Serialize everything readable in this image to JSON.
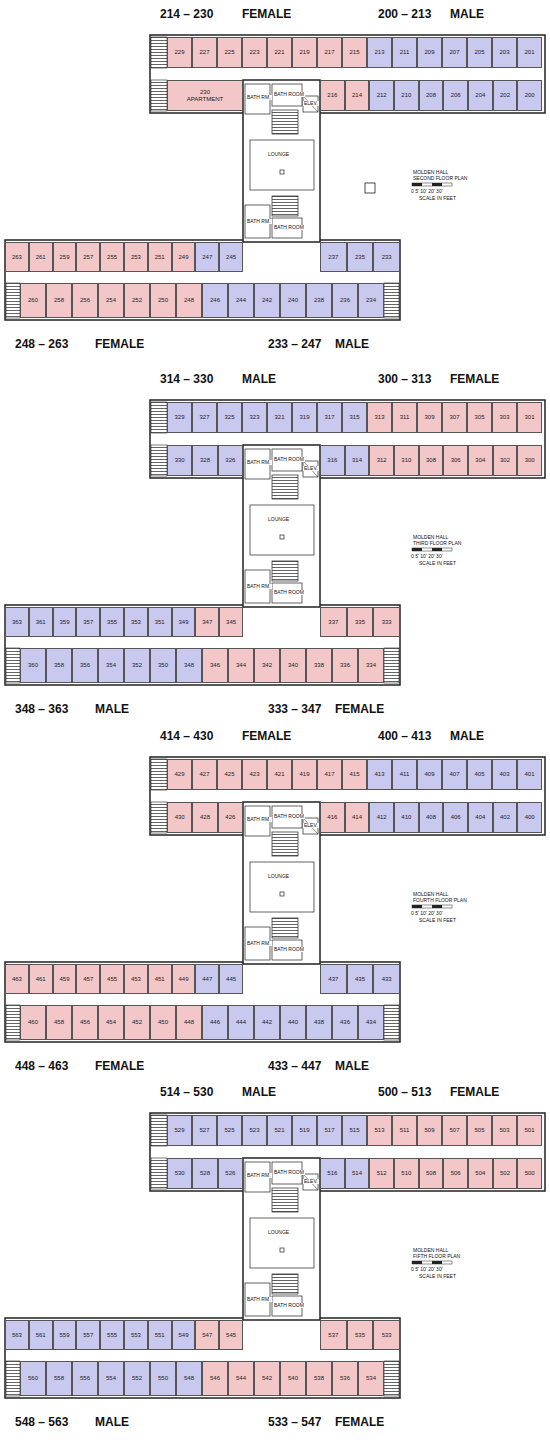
{
  "diagram": {
    "nodes": [
      {
        "text": [
          "229"
        ]
      },
      {
        "text": [
          "227"
        ]
      },
      {
        "text": [
          "225"
        ]
      },
      {
        "text": [
          "223"
        ]
      },
      {
        "text": [
          "221"
        ]
      },
      {
        "text": [
          "219"
        ]
      },
      {
        "text": [
          "217"
        ]
      },
      {
        "text": [
          "215"
        ]
      },
      {
        "text": [
          "213"
        ]
      },
      {
        "text": [
          "211"
        ]
      },
      {
        "text": [
          "209"
        ]
      },
      {
        "text": [
          "207"
        ]
      },
      {
        "text": [
          "205"
        ]
      },
      {
        "text": [
          "203"
        ]
      },
      {
        "text": [
          "201"
        ]
      },
      {
        "text": [
          "230",
          "APARTMENT"
        ]
      },
      {
        "text": [
          "216"
        ]
      },
      {
        "text": [
          "214"
        ]
      },
      {
        "text": [
          "212"
        ]
      },
      {
        "text": [
          "210"
        ]
      },
      {
        "text": [
          "208"
        ]
      },
      {
        "text": [
          "206"
        ]
      },
      {
        "text": [
          "204"
        ]
      },
      {
        "text": [
          "202"
        ]
      },
      {
        "text": [
          "200"
        ]
      },
      {
        "text": [
          "263"
        ]
      },
      {
        "text": [
          "261"
        ]
      },
      {
        "text": [
          "259"
        ]
      },
      {
        "text": [
          "257"
        ]
      },
      {
        "text": [
          "255"
        ]
      },
      {
        "text": [
          "253"
        ]
      },
      {
        "text": [
          "251"
        ]
      },
      {
        "text": [
          "249"
        ]
      },
      {
        "text": [
          "247"
        ]
      },
      {
        "text": [
          "245"
        ]
      },
      {
        "text": [
          "237"
        ]
      },
      {
        "text": [
          "235"
        ]
      },
      {
        "text": [
          "233"
        ]
      },
      {
        "text": [
          "260"
        ]
      },
      {
        "text": [
          "258"
        ]
      },
      {
        "text": [
          "256"
        ]
      },
      {
        "text": [
          "254"
        ]
      },
      {
        "text": [
          "252"
        ]
      },
      {
        "text": [
          "250"
        ]
      },
      {
        "text": [
          "248"
        ]
      },
      {
        "text": [
          "246"
        ]
      },
      {
        "text": [
          "244"
        ]
      },
      {
        "text": [
          "242"
        ]
      },
      {
        "text": [
          "240"
        ]
      },
      {
        "text": [
          "238"
        ]
      },
      {
        "text": [
          "236"
        ]
      },
      {
        "text": [
          "234"
        ]
      },
      {
        "text": [
          "329"
        ]
      },
      {
        "text": [
          "327"
        ]
      },
      {
        "text": [
          "325"
        ]
      },
      {
        "text": [
          "323"
        ]
      },
      {
        "text": [
          "321"
        ]
      },
      {
        "text": [
          "319"
        ]
      },
      {
        "text": [
          "317"
        ]
      },
      {
        "text": [
          "315"
        ]
      },
      {
        "text": [
          "313"
        ]
      },
      {
        "text": [
          "311"
        ]
      },
      {
        "text": [
          "309"
        ]
      },
      {
        "text": [
          "307"
        ]
      },
      {
        "text": [
          "305"
        ]
      },
      {
        "text": [
          "303"
        ]
      },
      {
        "text": [
          "301"
        ]
      },
      {
        "text": [
          "330"
        ]
      },
      {
        "text": [
          "328"
        ]
      },
      {
        "text": [
          "326"
        ]
      },
      {
        "text": [
          "316"
        ]
      },
      {
        "text": [
          "314"
        ]
      },
      {
        "text": [
          "312"
        ]
      },
      {
        "text": [
          "310"
        ]
      },
      {
        "text": [
          "308"
        ]
      },
      {
        "text": [
          "306"
        ]
      },
      {
        "text": [
          "304"
        ]
      },
      {
        "text": [
          "302"
        ]
      },
      {
        "text": [
          "300"
        ]
      },
      {
        "text": [
          "363"
        ]
      },
      {
        "text": [
          "361"
        ]
      },
      {
        "text": [
          "359"
        ]
      },
      {
        "text": [
          "357"
        ]
      },
      {
        "text": [
          "355"
        ]
      },
      {
        "text": [
          "353"
        ]
      },
      {
        "text": [
          "351"
        ]
      },
      {
        "text": [
          "349"
        ]
      },
      {
        "text": [
          "347"
        ]
      },
      {
        "text": [
          "345"
        ]
      },
      {
        "text": [
          "337"
        ]
      },
      {
        "text": [
          "335"
        ]
      },
      {
        "text": [
          "333"
        ]
      },
      {
        "text": [
          "360"
        ]
      },
      {
        "text": [
          "358"
        ]
      },
      {
        "text": [
          "356"
        ]
      },
      {
        "text": [
          "354"
        ]
      },
      {
        "text": [
          "352"
        ]
      },
      {
        "text": [
          "350"
        ]
      },
      {
        "text": [
          "348"
        ]
      },
      {
        "text": [
          "346"
        ]
      },
      {
        "text": [
          "344"
        ]
      },
      {
        "text": [
          "342"
        ]
      },
      {
        "text": [
          "340"
        ]
      },
      {
        "text": [
          "338"
        ]
      },
      {
        "text": [
          "336"
        ]
      },
      {
        "text": [
          "334"
        ]
      },
      {
        "text": [
          "429"
        ]
      },
      {
        "text": [
          "427"
        ]
      },
      {
        "text": [
          "425"
        ]
      },
      {
        "text": [
          "423"
        ]
      },
      {
        "text": [
          "421"
        ]
      },
      {
        "text": [
          "419"
        ]
      },
      {
        "text": [
          "417"
        ]
      },
      {
        "text": [
          "415"
        ]
      },
      {
        "text": [
          "413"
        ]
      },
      {
        "text": [
          "411"
        ]
      },
      {
        "text": [
          "409"
        ]
      },
      {
        "text": [
          "407"
        ]
      },
      {
        "text": [
          "405"
        ]
      },
      {
        "text": [
          "403"
        ]
      },
      {
        "text": [
          "401"
        ]
      },
      {
        "text": [
          "430"
        ]
      },
      {
        "text": [
          "428"
        ]
      },
      {
        "text": [
          "426"
        ]
      },
      {
        "text": [
          "416"
        ]
      },
      {
        "text": [
          "414"
        ]
      },
      {
        "text": [
          "412"
        ]
      },
      {
        "text": [
          "410"
        ]
      },
      {
        "text": [
          "408"
        ]
      },
      {
        "text": [
          "406"
        ]
      },
      {
        "text": [
          "404"
        ]
      },
      {
        "text": [
          "402"
        ]
      },
      {
        "text": [
          "400"
        ]
      },
      {
        "text": [
          "463"
        ]
      },
      {
        "text": [
          "461"
        ]
      },
      {
        "text": [
          "459"
        ]
      },
      {
        "text": [
          "457"
        ]
      },
      {
        "text": [
          "455"
        ]
      },
      {
        "text": [
          "453"
        ]
      },
      {
        "text": [
          "451"
        ]
      },
      {
        "text": [
          "449"
        ]
      },
      {
        "text": [
          "447"
        ]
      },
      {
        "text": [
          "445"
        ]
      },
      {
        "text": [
          "437"
        ]
      },
      {
        "text": [
          "435"
        ]
      },
      {
        "text": [
          "433"
        ]
      },
      {
        "text": [
          "460"
        ]
      },
      {
        "text": [
          "458"
        ]
      },
      {
        "text": [
          "456"
        ]
      },
      {
        "text": [
          "454"
        ]
      },
      {
        "text": [
          "452"
        ]
      },
      {
        "text": [
          "450"
        ]
      },
      {
        "text": [
          "448"
        ]
      },
      {
        "text": [
          "446"
        ]
      },
      {
        "text": [
          "444"
        ]
      },
      {
        "text": [
          "442"
        ]
      },
      {
        "text": [
          "440"
        ]
      },
      {
        "text": [
          "438"
        ]
      },
      {
        "text": [
          "436"
        ]
      },
      {
        "text": [
          "434"
        ]
      },
      {
        "text": [
          "529"
        ]
      },
      {
        "text": [
          "527"
        ]
      },
      {
        "text": [
          "525"
        ]
      },
      {
        "text": [
          "523"
        ]
      },
      {
        "text": [
          "521"
        ]
      },
      {
        "text": [
          "519"
        ]
      },
      {
        "text": [
          "517"
        ]
      },
      {
        "text": [
          "515"
        ]
      },
      {
        "text": [
          "513"
        ]
      },
      {
        "text": [
          "511"
        ]
      },
      {
        "text": [
          "509"
        ]
      },
      {
        "text": [
          "507"
        ]
      },
      {
        "text": [
          "505"
        ]
      },
      {
        "text": [
          "503"
        ]
      },
      {
        "text": [
          "501"
        ]
      },
      {
        "text": [
          "530"
        ]
      },
      {
        "text": [
          "528"
        ]
      },
      {
        "text": [
          "526"
        ]
      },
      {
        "text": [
          "516"
        ]
      },
      {
        "text": [
          "514"
        ]
      },
      {
        "text": [
          "512"
        ]
      },
      {
        "text": [
          "510"
        ]
      },
      {
        "text": [
          "508"
        ]
      },
      {
        "text": [
          "506"
        ]
      },
      {
        "text": [
          "504"
        ]
      },
      {
        "text": [
          "502"
        ]
      },
      {
        "text": [
          "500"
        ]
      },
      {
        "text": [
          "563"
        ]
      },
      {
        "text": [
          "561"
        ]
      },
      {
        "text": [
          "559"
        ]
      },
      {
        "text": [
          "557"
        ]
      },
      {
        "text": [
          "555"
        ]
      },
      {
        "text": [
          "553"
        ]
      },
      {
        "text": [
          "551"
        ]
      },
      {
        "text": [
          "549"
        ]
      },
      {
        "text": [
          "547"
        ]
      },
      {
        "text": [
          "545"
        ]
      },
      {
        "text": [
          "537"
        ]
      },
      {
        "text": [
          "535"
        ]
      },
      {
        "text": [
          "533"
        ]
      },
      {
        "text": [
          "560"
        ]
      },
      {
        "text": [
          "558"
        ]
      },
      {
        "text": [
          "556"
        ]
      },
      {
        "text": [
          "554"
        ]
      },
      {
        "text": [
          "552"
        ]
      },
      {
        "text": [
          "550"
        ]
      },
      {
        "text": [
          "548"
        ]
      },
      {
        "text": [
          "546"
        ]
      },
      {
        "text": [
          "544"
        ]
      },
      {
        "text": [
          "542"
        ]
      },
      {
        "text": [
          "540"
        ]
      },
      {
        "text": [
          "538"
        ]
      },
      {
        "text": [
          "536"
        ]
      },
      {
        "text": [
          "534"
        ]
      }
    ],
    "labels": [
      "214 – 230",
      "FEMALE",
      "200 – 213",
      "MALE",
      "BATH RM.",
      "BATH ROOM",
      "ELEV.",
      "LOUNGE",
      "BATH ROOM",
      "BATH RM.",
      "MOLDEN HALL",
      "SECOND FLOOR PLAN",
      "0 5' 10' 20' 30'",
      "SCALE IN FEET",
      "248 – 263",
      "FEMALE",
      "233 – 247",
      "MALE",
      "314 – 330",
      "MALE",
      "300 – 313",
      "FEMALE",
      "BATH RM.",
      "BATH ROOM",
      "ELEV.",
      "LOUNGE",
      "BATH ROOM",
      "BATH RM.",
      "MOLDEN HALL",
      "THIRD FLOOR PLAN",
      "0 5' 10' 20' 30'",
      "SCALE IN FEET",
      "348 – 363",
      "MALE",
      "333 – 347",
      "FEMALE",
      "414 – 430",
      "FEMALE",
      "400 – 413",
      "MALE",
      "BATH RM.",
      "BATH ROOM",
      "ELEV.",
      "LOUNGE",
      "BATH ROOM",
      "BATH RM.",
      "MOLDEN HALL",
      "FOURTH FLOOR PLAN",
      "0 5' 10' 20' 30'",
      "SCALE IN FEET",
      "448 – 463",
      "FEMALE",
      "433 – 447",
      "MALE",
      "514 – 530",
      "MALE",
      "500 – 513",
      "FEMALE",
      "BATH RM.",
      "BATH ROOM",
      "ELEV.",
      "LOUNGE",
      "BATH ROOM",
      "BATH RM.",
      "MOLDEN HALL",
      "FIFTH FLOOR PLAN",
      "0 5' 10' 20' 30'",
      "SCALE IN FEET",
      "548 – 563",
      "MALE",
      "533 – 547",
      "FEMALE"
    ]
  }
}
